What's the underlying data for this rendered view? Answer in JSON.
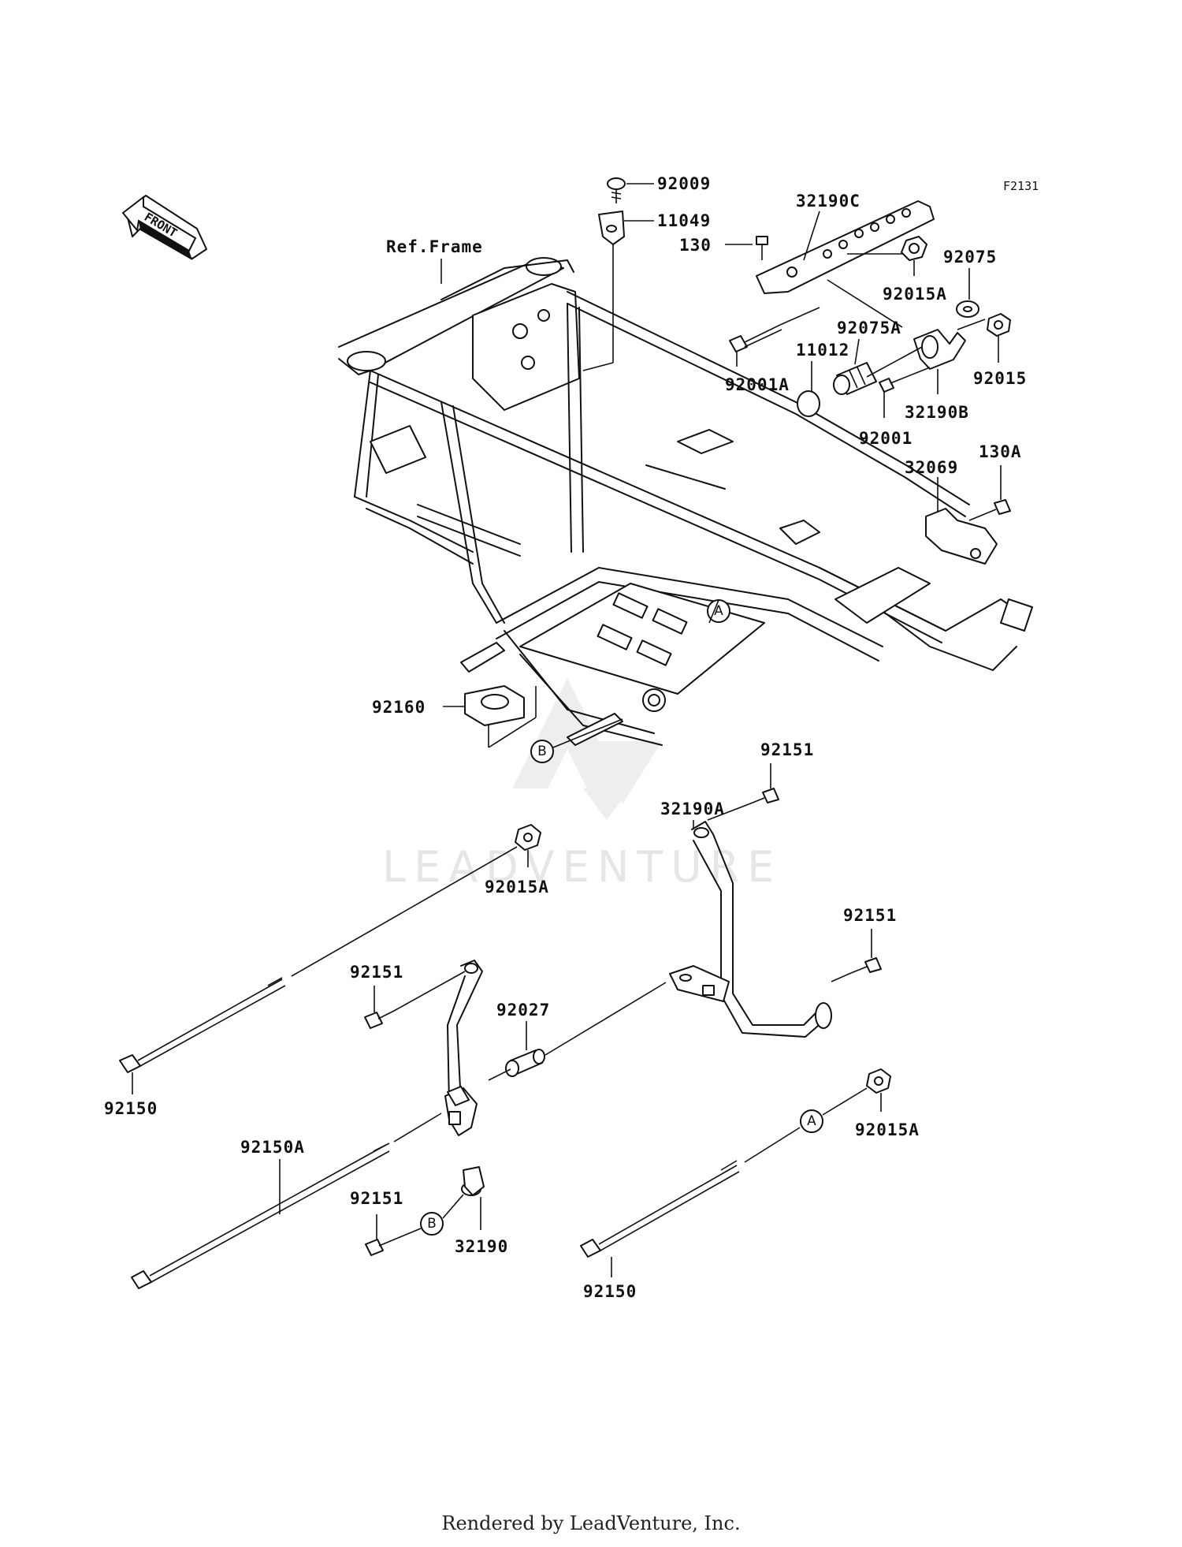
{
  "figure_code": "F2131",
  "front_arrow_text": "FRONT",
  "ref_frame_label": "Ref.Frame",
  "watermark": "LEADVENTURE",
  "footer": "Rendered by LeadVenture, Inc.",
  "parts": {
    "p92009": "92009",
    "p11049": "11049",
    "p32190C": "32190C",
    "p130": "130",
    "p92015A_top": "92015A",
    "p92075": "92075",
    "p92075A": "92075A",
    "p11012": "11012",
    "p92001A": "92001A",
    "p92015_top": "92015",
    "p32190B": "32190B",
    "p92001": "92001",
    "p130A": "130A",
    "p32069": "32069",
    "p92160": "92160",
    "p92151_a": "92151",
    "p32190A": "32190A",
    "p92015A_mid": "92015A",
    "p92151_b": "92151",
    "p92151_c": "92151",
    "p92027": "92027",
    "p92150_left": "92150",
    "p92150A": "92150A",
    "p92151_d": "92151",
    "p32190": "32190",
    "p92015A_right": "92015A",
    "p92150_right": "92150"
  },
  "markers": {
    "a_frame": "A",
    "b_frame": "B",
    "a_bolt": "A",
    "b_bracket": "B"
  }
}
